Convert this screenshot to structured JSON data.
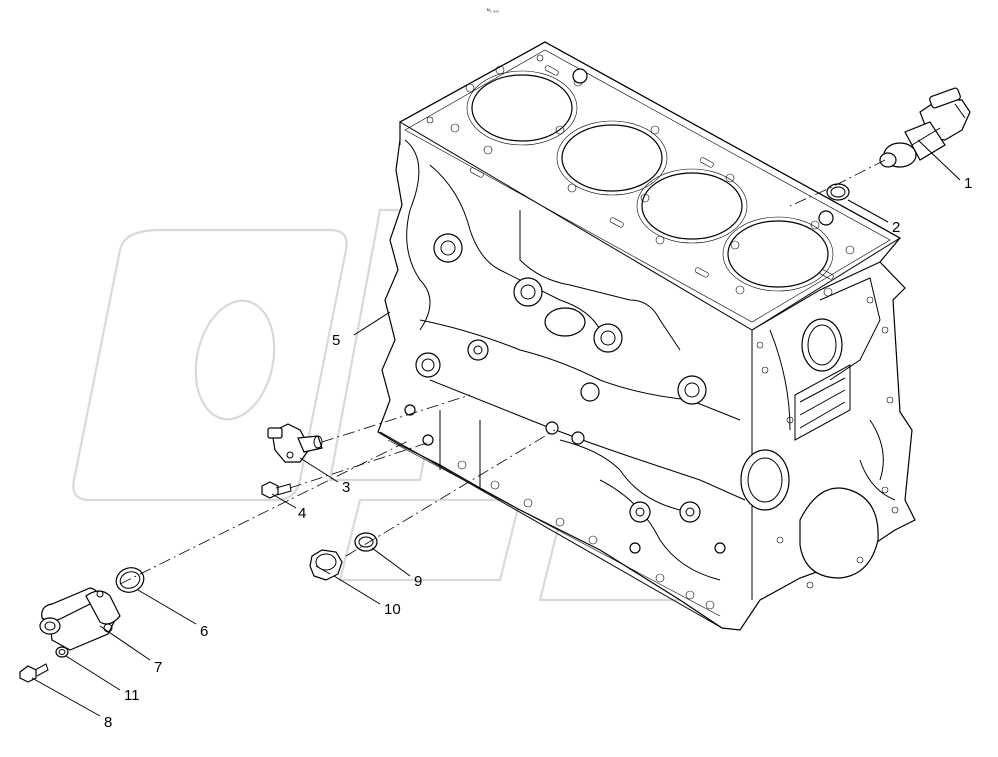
{
  "header": {
    "small_mark": "ᴹ₀ ₀₀₀"
  },
  "callouts": [
    "1",
    "2",
    "3",
    "4",
    "5",
    "6",
    "7",
    "8",
    "9",
    "10",
    "11"
  ],
  "colors": {
    "line": "#000000",
    "watermark": "#d9d9d9",
    "background": "#ffffff"
  }
}
